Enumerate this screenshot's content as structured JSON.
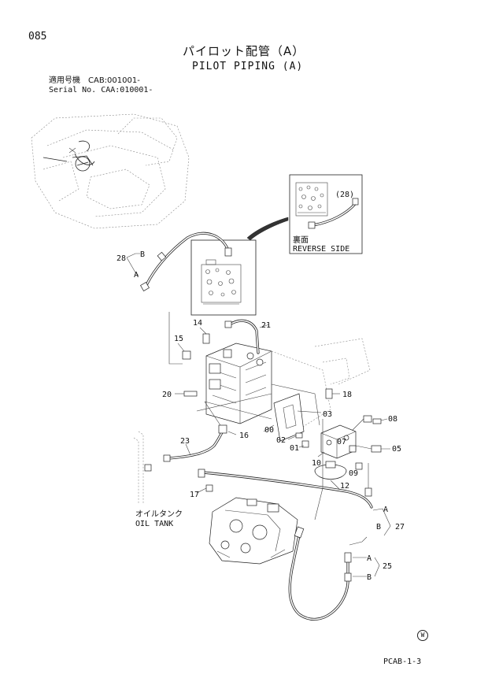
{
  "header": {
    "page_number": "085",
    "title_jp": "パイロット配管（A）",
    "title_en": "PILOT PIPING (A)",
    "serial_jp": "適用号機　CAB:001001-",
    "serial_en": "Serial No. CAA:010001-"
  },
  "footer": {
    "code": "PCAB-1-3",
    "mark": "W"
  },
  "callouts": {
    "p00": "00",
    "p01": "01",
    "p02": "02",
    "p03": "03",
    "p05": "05",
    "p07": "07",
    "p08": "08",
    "p09": "09",
    "p10": "10",
    "p12": "12",
    "p14": "14",
    "p15": "15",
    "p16": "16",
    "p17": "17",
    "p18": "18",
    "p20": "20",
    "p21": "21",
    "p23": "23",
    "p25": "25",
    "p27": "27",
    "p28": "28",
    "p28b": "(28)",
    "a1": "A",
    "b1": "B",
    "a2": "A",
    "b2": "B",
    "a3": "A",
    "b3": "B"
  },
  "labels": {
    "reverse_jp": "裏面",
    "reverse_en": "REVERSE SIDE",
    "oil_tank_jp": "オイルタンク",
    "oil_tank_en": "OIL TANK"
  }
}
